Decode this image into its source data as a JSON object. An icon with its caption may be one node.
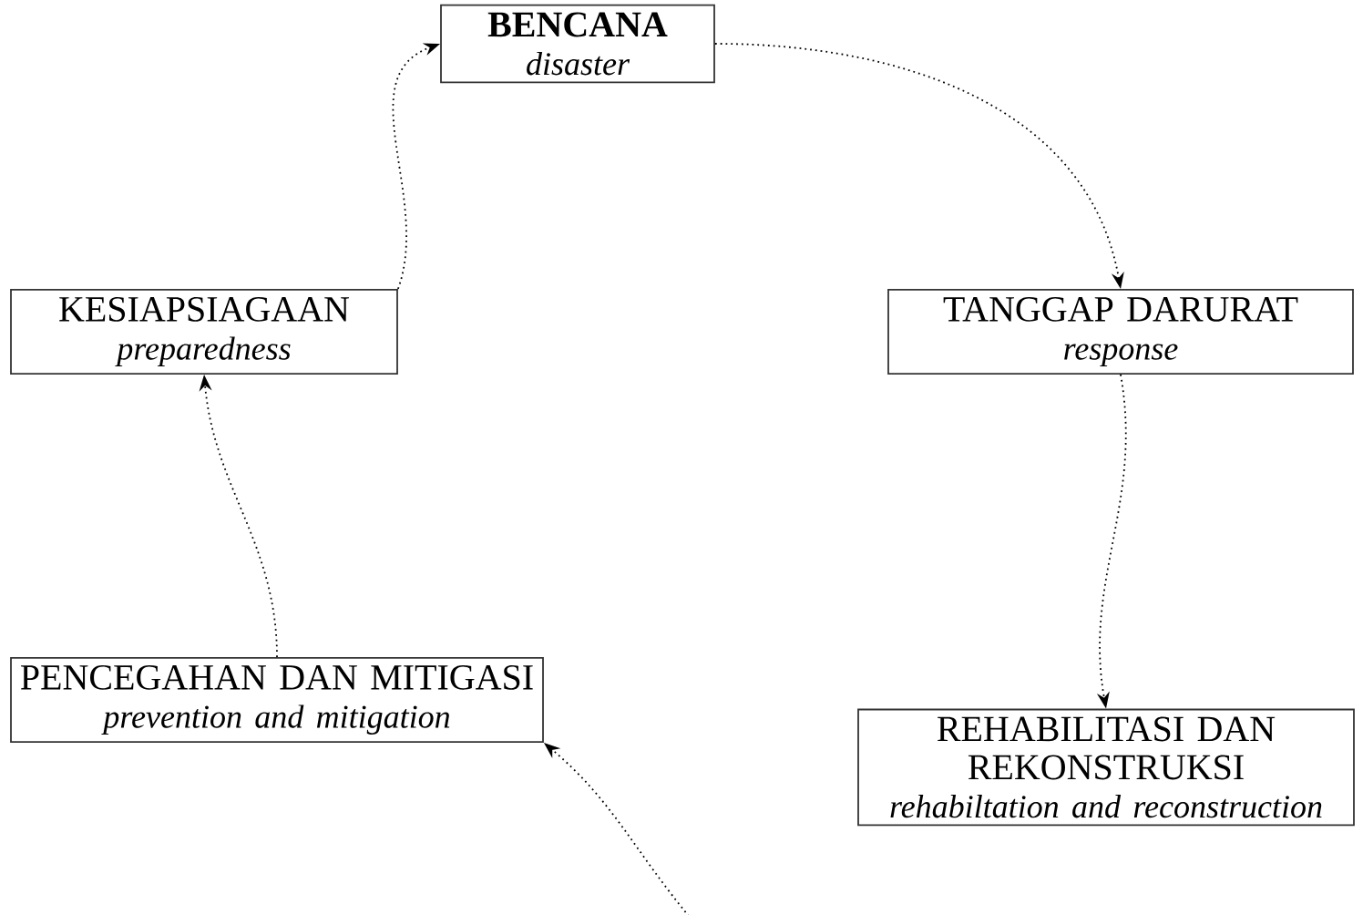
{
  "diagram": {
    "nodes": [
      {
        "text": [
          "BENCANA",
          "disaster"
        ]
      },
      {
        "text": [
          "TANGGAP DARURAT",
          "response"
        ]
      },
      {
        "text": [
          "REHABILITASI DAN REKONSTRUKSI",
          "rehabiltation and reconstruction"
        ]
      },
      {
        "text": [
          "PENCEGAHAN DAN MITIGASI",
          "prevention and mitigation"
        ]
      },
      {
        "text": [
          "KESIAPSIAGAAN",
          "preparedness"
        ]
      }
    ],
    "edges": [
      {
        "from": 0,
        "to": 1,
        "arrow": "to",
        "style": "dashed"
      },
      {
        "from": 1,
        "to": 2,
        "arrow": "to",
        "style": "dashed"
      },
      {
        "from": null,
        "to": 3,
        "arrow": "to",
        "style": "dashed"
      },
      {
        "from": 3,
        "to": 4,
        "arrow": "to",
        "style": "dashed"
      },
      {
        "from": 4,
        "to": 0,
        "arrow": "to",
        "style": "dashed"
      }
    ]
  }
}
